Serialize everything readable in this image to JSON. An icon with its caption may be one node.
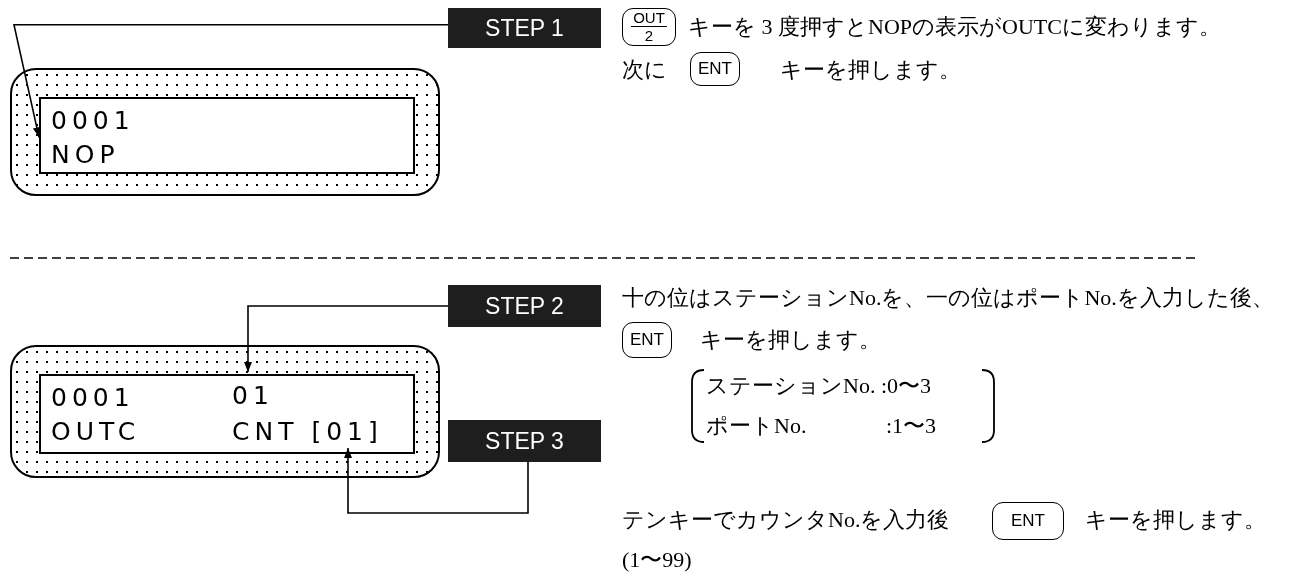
{
  "diagram": {
    "nodes": [
      {
        "text": [],
        "shape": "box"
      },
      {
        "text": [
          "0001",
          "NOP"
        ],
        "in": 0
      },
      {
        "text": [
          "STEP 1"
        ]
      },
      {
        "text": [],
        "shape": "box"
      },
      {
        "text": [
          "0001",
          "OUTC"
        ],
        "in": 3
      },
      {
        "text": [
          "01"
        ],
        "in": 4
      },
      {
        "text": [
          "CNT [01]"
        ],
        "in": 4
      },
      {
        "text": [
          "STEP 2"
        ]
      },
      {
        "text": [
          "STEP 3"
        ]
      }
    ],
    "edges": [
      {
        "from": 2,
        "to": 1,
        "arrow": "to"
      },
      {
        "from": 7,
        "to": 5,
        "arrow": "to"
      },
      {
        "from": 8,
        "to": 6,
        "arrow": "to"
      }
    ],
    "labels": [
      "OUT",
      "2",
      "キーを 3 度押すとNOPの表示がOUTCに変わります。",
      "次に",
      "ENT",
      "キーを押します。",
      "十の位はステーションNo.を、一の位はポートNo.を入力した後、",
      "ENT",
      "キーを押します。",
      "ステーションNo.",
      ":0〜3",
      "ポートNo.",
      ":1〜3",
      "テンキーでカウンタNo.を入力後",
      "ENT",
      "キーを押します。",
      "(1〜99)"
    ]
  }
}
